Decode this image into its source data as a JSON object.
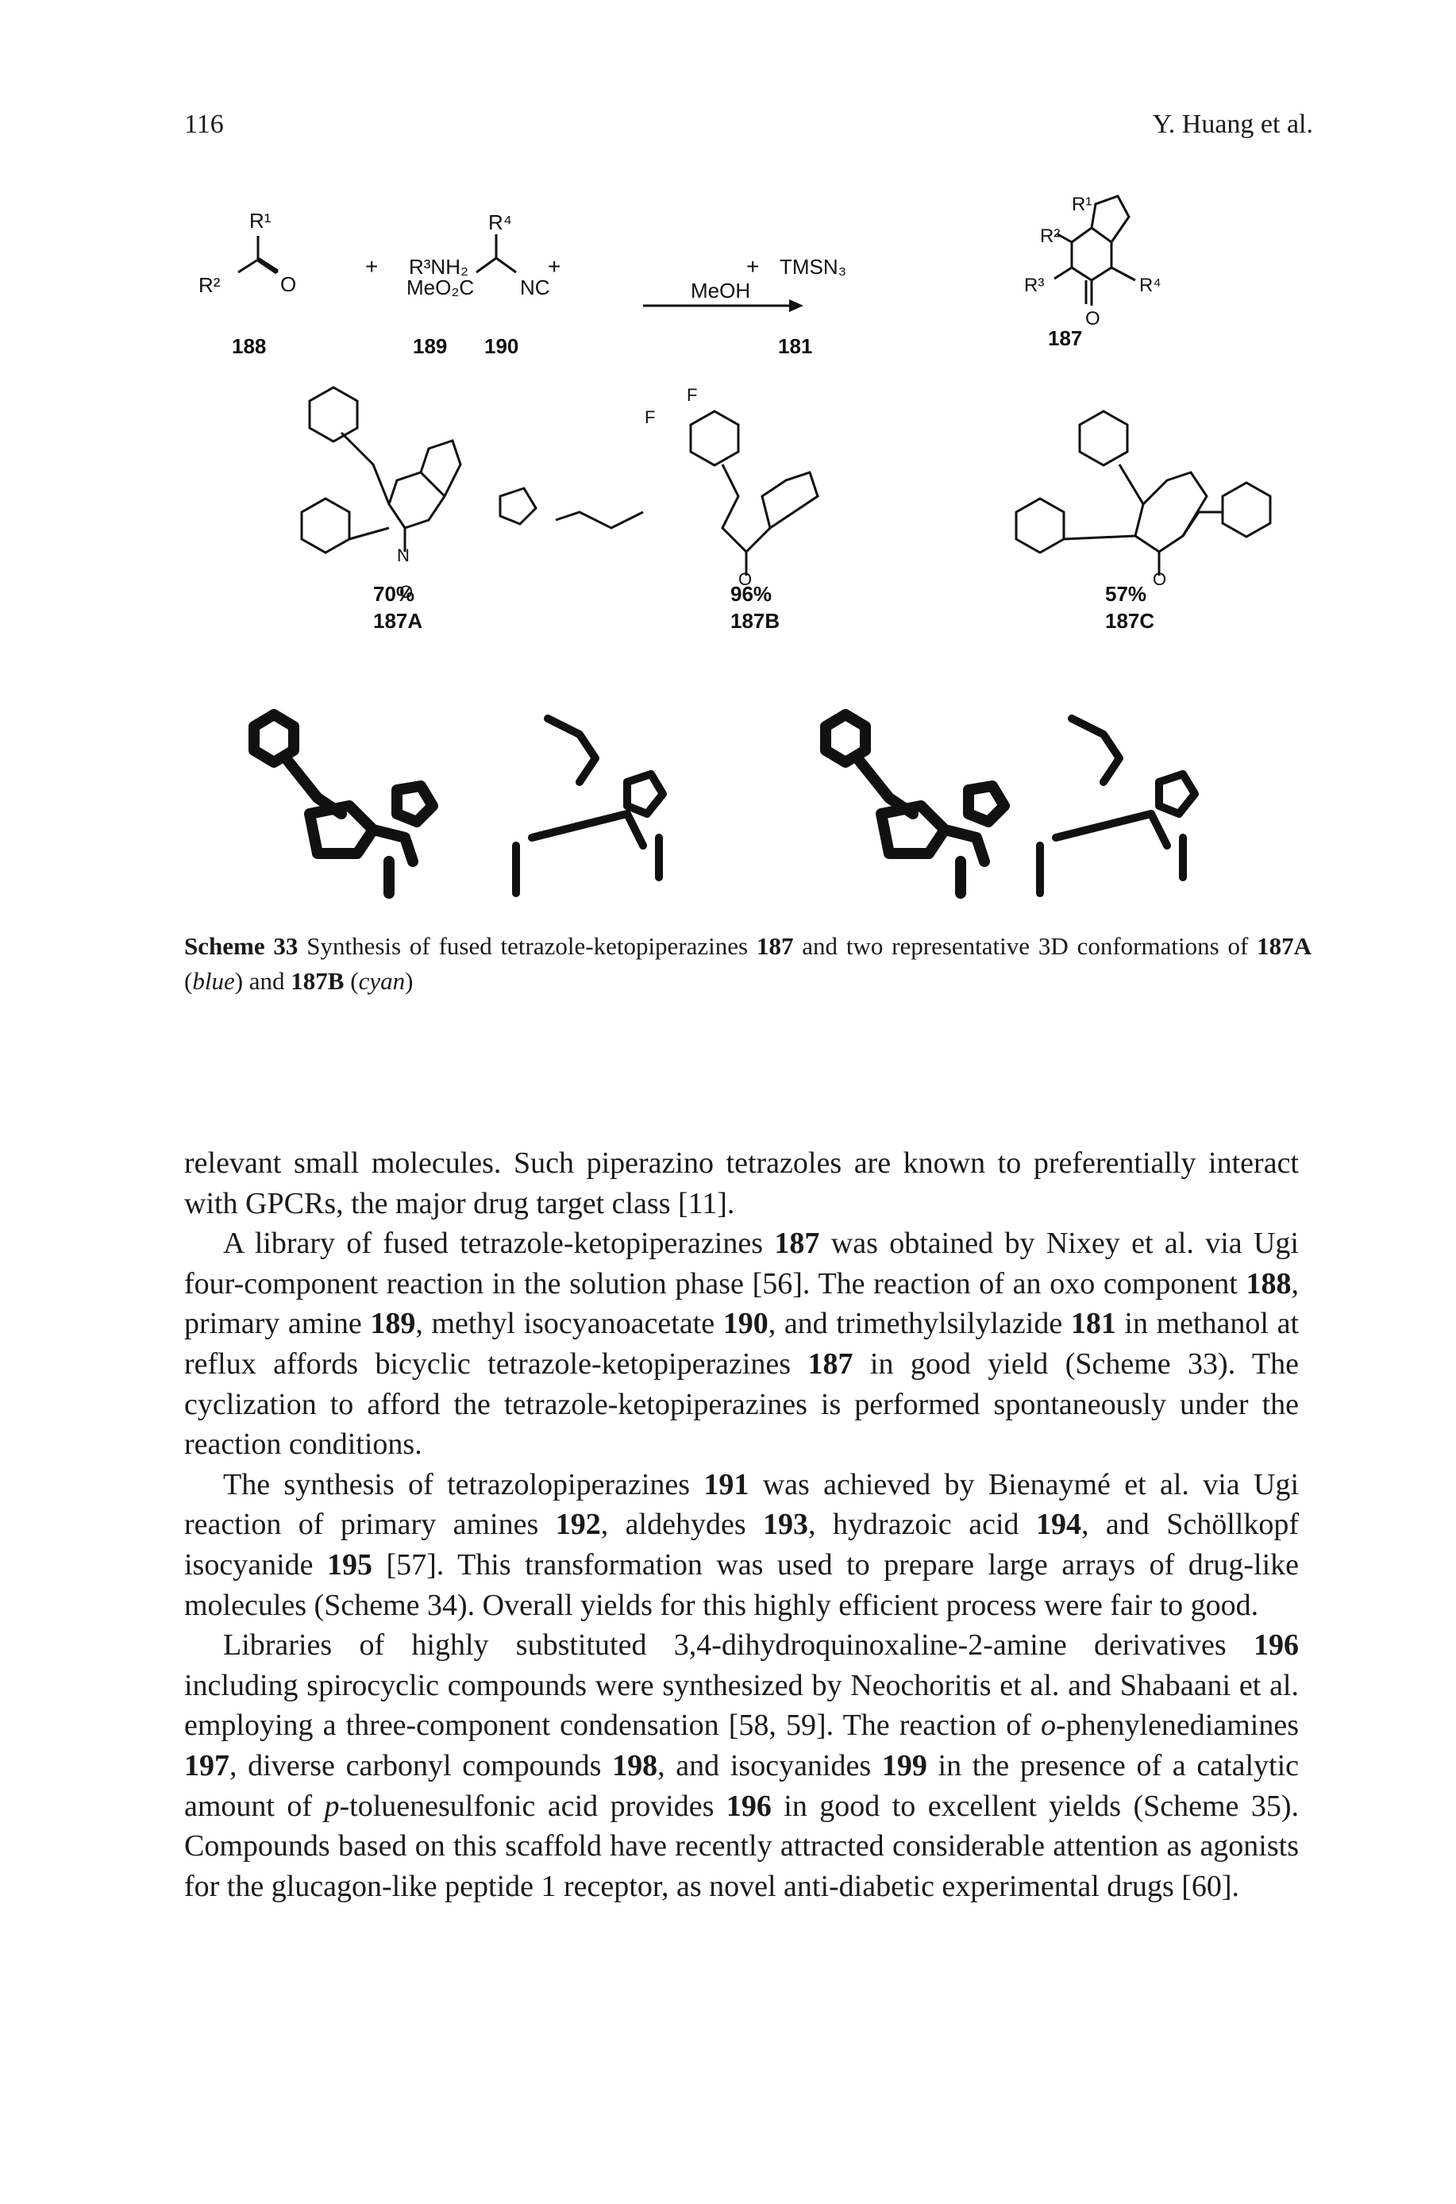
{
  "header": {
    "page_number": "116",
    "authors": "Y. Huang et al."
  },
  "scheme": {
    "reagents": {
      "r1": "R¹",
      "r2": "R²",
      "o": "O",
      "amine": "R³NH₂",
      "r4": "R⁴",
      "meo2c": "MeO₂C",
      "nc": "NC",
      "tmsn3": "TMSN₃",
      "solvent": "MeOH",
      "r3": "R³",
      "n": "N",
      "plus": "+"
    },
    "compound_labels": [
      "188",
      "189",
      "190",
      "181",
      "187"
    ],
    "examples": [
      {
        "yield": "70%",
        "label": "187A"
      },
      {
        "yield": "96%",
        "label": "187B"
      },
      {
        "yield": "57%",
        "label": "187C"
      }
    ],
    "atoms": {
      "f": "F",
      "n": "N",
      "o": "O"
    }
  },
  "caption": {
    "scheme_label": "Scheme 33",
    "text_a": " Synthesis of fused tetrazole-ketopiperazines ",
    "bold_187": "187",
    "text_b": " and two representative 3D conformations of ",
    "bold_187a": "187A",
    "blue": "blue",
    "text_c": " and ",
    "bold_187b": "187B",
    "cyan": "cyan"
  },
  "body": {
    "p1": "relevant small molecules. Such piperazino tetrazoles are known to preferentially interact with GPCRs, the major drug target class [11].",
    "p2": {
      "s1": "A library of fused tetrazole-ketopiperazines ",
      "b1": "187",
      "s2": " was obtained by Nixey et al. via Ugi four-component reaction in the solution phase [56]. The reaction of an oxo component ",
      "b2": "188",
      "s3": ", primary amine ",
      "b3": "189",
      "s4": ", methyl isocyanoacetate ",
      "b4": "190",
      "s5": ", and trimethylsilylazide ",
      "b5": "181",
      "s6": " in methanol at reflux affords bicyclic tetrazole-ketopiperazines ",
      "b6": "187",
      "s7": " in good yield (Scheme 33). The cyclization to afford the tetrazole-ketopiperazines is performed spontaneously under the reaction conditions."
    },
    "p3": {
      "s1": "The synthesis of tetrazolopiperazines ",
      "b1": "191",
      "s2": " was achieved by Bienaymé et al. via Ugi reaction of primary amines ",
      "b2": "192",
      "s3": ", aldehydes ",
      "b3": "193",
      "s4": ", hydrazoic acid ",
      "b4": "194",
      "s5": ", and Schöllkopf isocyanide ",
      "b5": "195",
      "s6": " [57]. This transformation was used to prepare large arrays of drug-like molecules (Scheme 34). Overall yields for this highly efficient process were fair to good."
    },
    "p4": {
      "s1": "Libraries of highly substituted 3,4-dihydroquinoxaline-2-amine derivatives ",
      "b1": "196",
      "s2": " including spirocyclic compounds were synthesized by Neochoritis et al. and Shabaani et al. employing a three-component condensation [58, 59]. The reaction of ",
      "i1": "o",
      "s3": "-phenylenediamines ",
      "b2": "197",
      "s4": ", diverse carbonyl compounds ",
      "b3": "198",
      "s5": ", and isocyanides ",
      "b4": "199",
      "s6": " in the presence of a catalytic amount of ",
      "i2": "p",
      "s7": "-toluenesulfonic acid provides ",
      "b5": "196",
      "s8": " in good to excellent yields (Scheme 35). Compounds based on this scaffold have recently attracted considerable attention as agonists for the glucagon-like peptide 1 receptor, as novel anti-diabetic experimental drugs [60]."
    }
  }
}
